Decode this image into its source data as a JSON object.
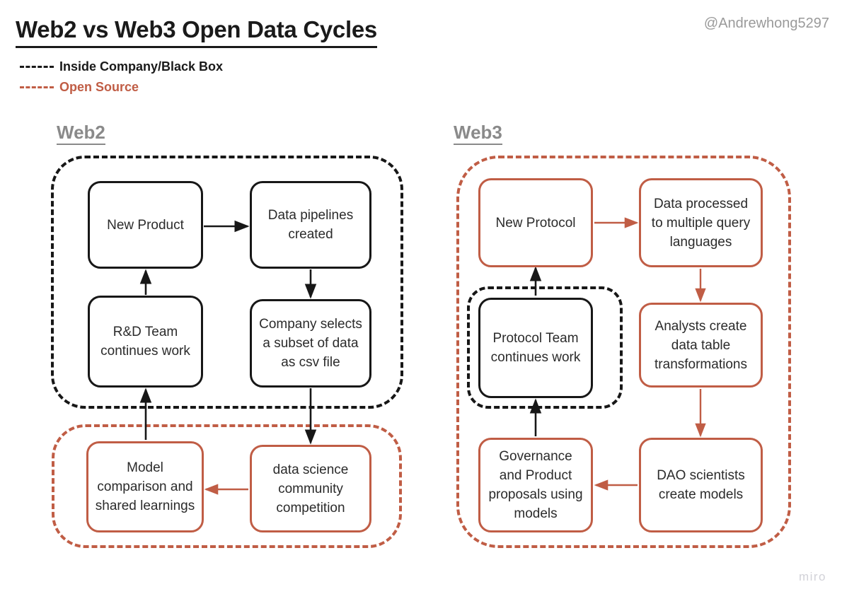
{
  "header": {
    "title": "Web2 vs Web3 Open Data Cycles",
    "handle": "@Andrewhong5297"
  },
  "legend": {
    "items": [
      {
        "label": "Inside Company/Black Box",
        "color": "#1a1a1a",
        "style": "dashed"
      },
      {
        "label": "Open Source",
        "color": "#c05d45",
        "style": "dashed"
      }
    ]
  },
  "columns": {
    "web2": {
      "heading": "Web2"
    },
    "web3": {
      "heading": "Web3"
    }
  },
  "groups": {
    "web2_black_box": {
      "name": "Inside Company/Black Box",
      "color": "#171717"
    },
    "web2_open_source": {
      "name": "Open Source",
      "color": "#c05d45"
    },
    "web3_open_source": {
      "name": "Open Source",
      "color": "#c05d45"
    },
    "web3_black_box": {
      "name": "Inside Company/Black Box",
      "color": "#171717"
    }
  },
  "nodes": {
    "web2": [
      {
        "id": "new-product",
        "label": "New Product",
        "color": "black",
        "group": "web2_black_box"
      },
      {
        "id": "data-pipelines",
        "label": "Data pipelines created",
        "color": "black",
        "group": "web2_black_box"
      },
      {
        "id": "rd-team",
        "label": "R&D Team continues work",
        "color": "black",
        "group": "web2_black_box"
      },
      {
        "id": "company-subset",
        "label": "Company selects a subset of data as csv file",
        "color": "black",
        "group": "web2_black_box"
      },
      {
        "id": "model-comparison",
        "label": "Model comparison and shared learnings",
        "color": "orange",
        "group": "web2_open_source"
      },
      {
        "id": "ds-competition",
        "label": "data science community competition",
        "color": "orange",
        "group": "web2_open_source"
      }
    ],
    "web3": [
      {
        "id": "new-protocol",
        "label": "New Protocol",
        "color": "orange",
        "group": "web3_open_source"
      },
      {
        "id": "data-processed",
        "label": "Data processed to multiple query languages",
        "color": "orange",
        "group": "web3_open_source"
      },
      {
        "id": "protocol-team",
        "label": "Protocol Team continues work",
        "color": "black",
        "group": "web3_black_box"
      },
      {
        "id": "analysts",
        "label": "Analysts create data table transformations",
        "color": "orange",
        "group": "web3_open_source"
      },
      {
        "id": "governance",
        "label": "Governance and Product proposals using models",
        "color": "orange",
        "group": "web3_open_source"
      },
      {
        "id": "dao-scientists",
        "label": "DAO scientists create models",
        "color": "orange",
        "group": "web3_open_source"
      }
    ]
  },
  "edges": {
    "web2": [
      {
        "from": "new-product",
        "to": "data-pipelines",
        "color": "#171717"
      },
      {
        "from": "data-pipelines",
        "to": "company-subset",
        "color": "#171717"
      },
      {
        "from": "company-subset",
        "to": "ds-competition",
        "color": "#171717"
      },
      {
        "from": "ds-competition",
        "to": "model-comparison",
        "color": "#c05d45"
      },
      {
        "from": "model-comparison",
        "to": "rd-team",
        "color": "#171717"
      },
      {
        "from": "rd-team",
        "to": "new-product",
        "color": "#171717"
      }
    ],
    "web3": [
      {
        "from": "new-protocol",
        "to": "data-processed",
        "color": "#c05d45"
      },
      {
        "from": "data-processed",
        "to": "analysts",
        "color": "#c05d45"
      },
      {
        "from": "analysts",
        "to": "dao-scientists",
        "color": "#c05d45"
      },
      {
        "from": "dao-scientists",
        "to": "governance",
        "color": "#c05d45"
      },
      {
        "from": "governance",
        "to": "protocol-team",
        "color": "#171717"
      },
      {
        "from": "protocol-team",
        "to": "new-protocol",
        "color": "#171717"
      }
    ]
  },
  "watermark": {
    "label": "miro"
  }
}
